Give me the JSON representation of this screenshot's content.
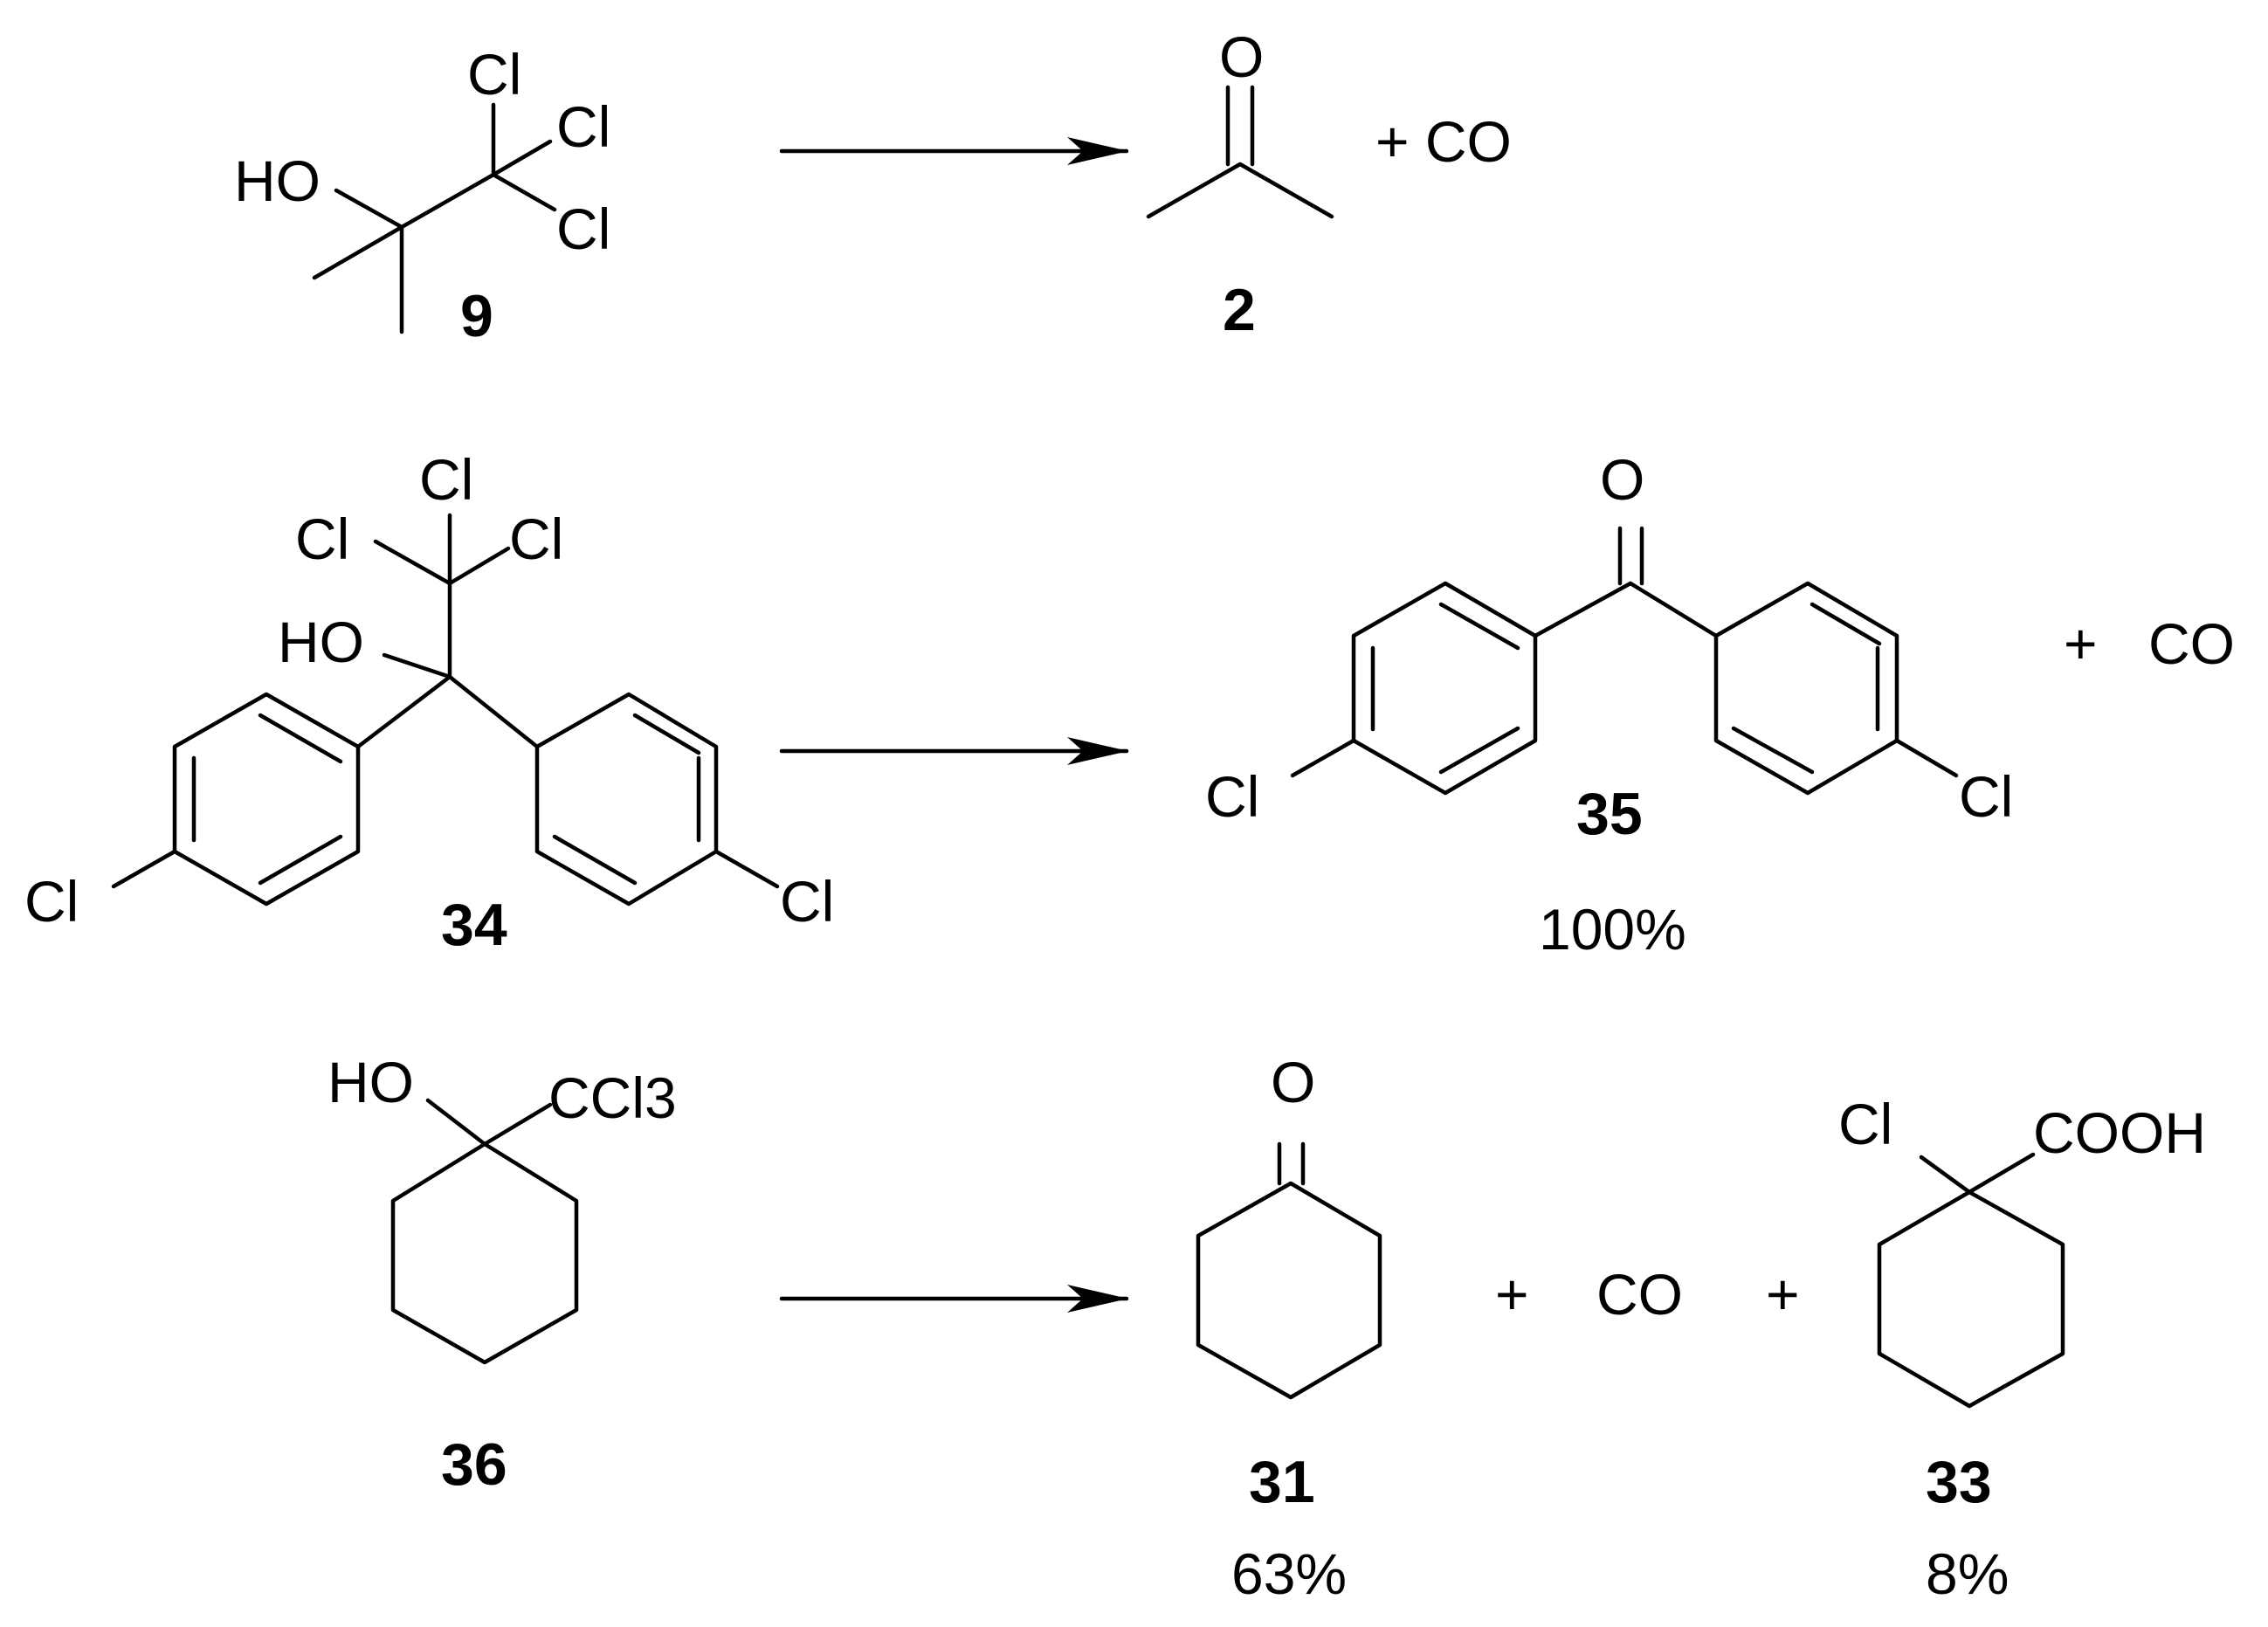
{
  "reaction1": {
    "reactant": {
      "label": "9",
      "atoms": {
        "cl1": "Cl",
        "cl2": "Cl",
        "cl3": "Cl",
        "ho": "HO"
      }
    },
    "product": {
      "label": "2",
      "atoms": {
        "o": "O"
      }
    },
    "byproduct": "+ CO"
  },
  "reaction2": {
    "reactant": {
      "label": "34",
      "atoms": {
        "cl_top": "Cl",
        "cl_left": "Cl",
        "cl_right": "Cl",
        "ho": "HO",
        "cl_ring1": "Cl",
        "cl_ring2": "Cl"
      }
    },
    "product": {
      "label": "35",
      "yield": "100%",
      "atoms": {
        "o": "O",
        "cl_left": "Cl",
        "cl_right": "Cl"
      }
    },
    "byproduct_plus": "+",
    "byproduct": "CO"
  },
  "reaction3": {
    "reactant": {
      "label": "36",
      "atoms": {
        "ho": "HO",
        "ccl3": "CCl3"
      }
    },
    "product1": {
      "label": "31",
      "yield": "63%",
      "atoms": {
        "o": "O"
      }
    },
    "plus1": "+",
    "byproduct": "CO",
    "plus2": "+",
    "product2": {
      "label": "33",
      "yield": "8%",
      "atoms": {
        "cl": "Cl",
        "cooh": "COOH"
      }
    }
  }
}
